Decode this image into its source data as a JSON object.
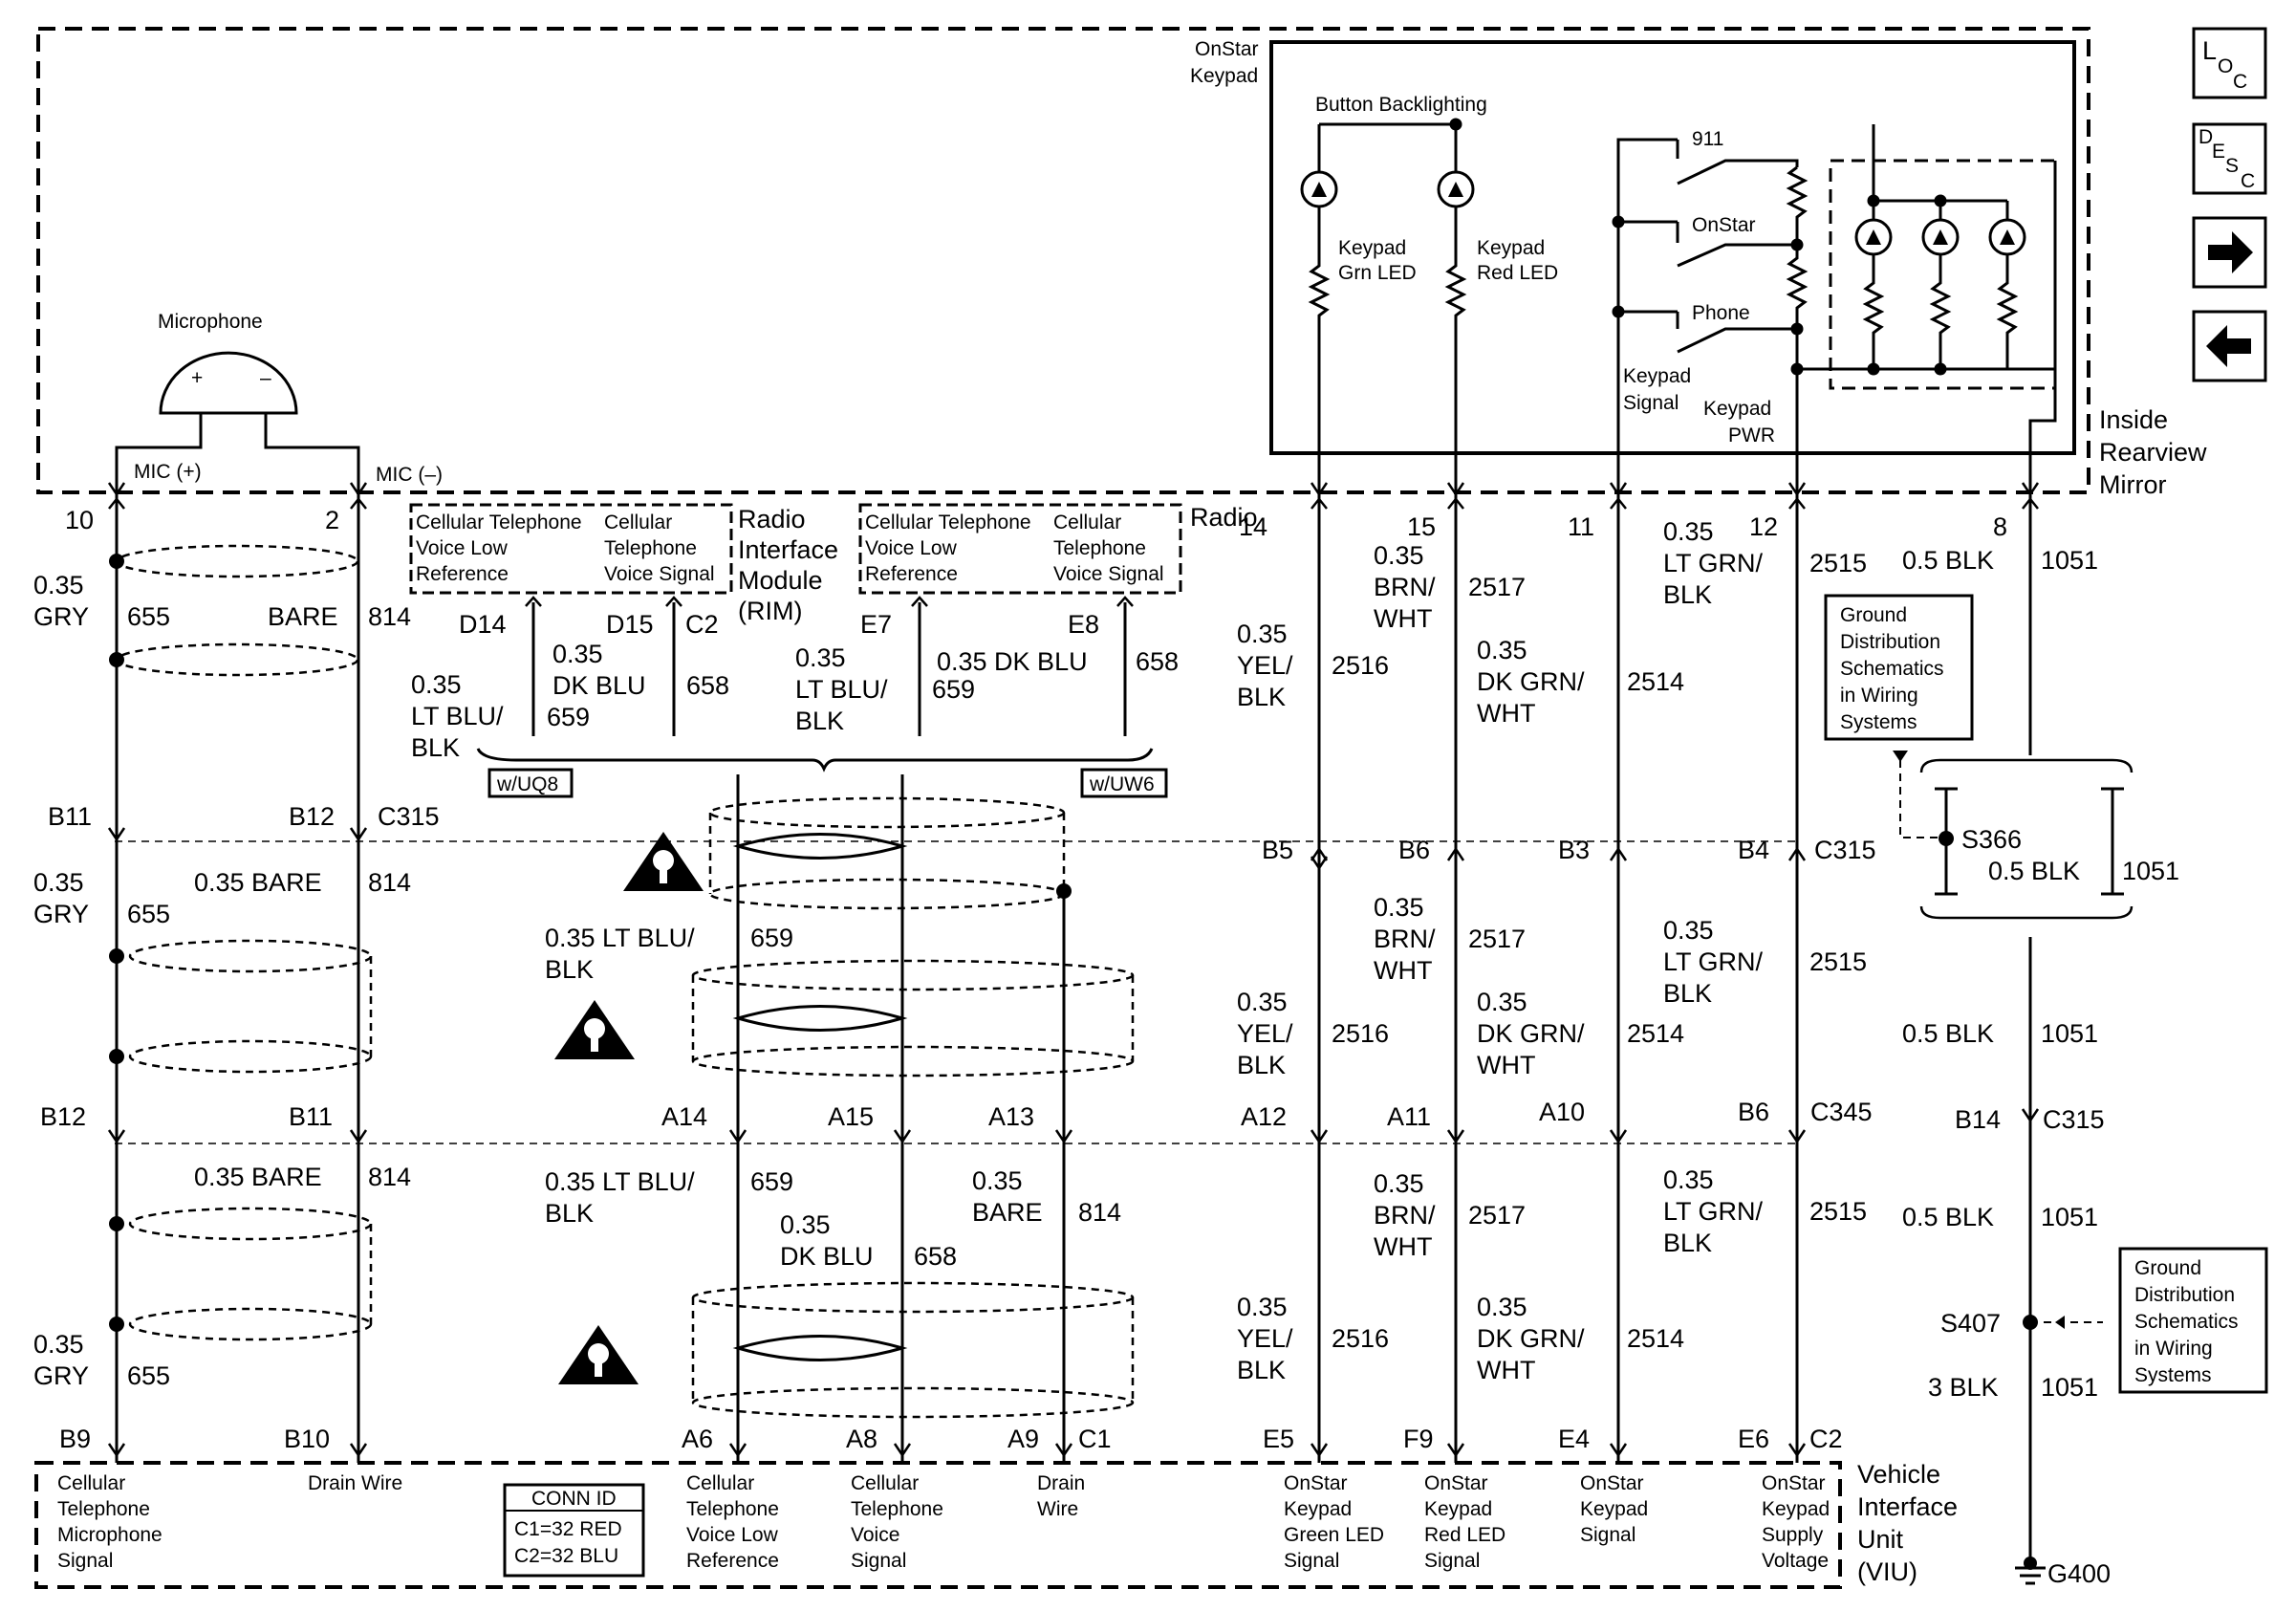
{
  "nav": {
    "loc_L": "L",
    "loc_O": "O",
    "loc_C": "C",
    "desc_D": "D",
    "desc_E": "E",
    "desc_S": "S",
    "desc_C": "C",
    "next_icon": "arrow-right-icon",
    "prev_icon": "arrow-left-icon"
  },
  "mirror": {
    "keypad_line1": "OnStar",
    "keypad_line2": "Keypad",
    "backlighting": "Button Backlighting",
    "grn_led_1": "Keypad",
    "grn_led_2": "Grn LED",
    "red_led_1": "Keypad",
    "red_led_2": "Red LED",
    "sw_911": "911",
    "sw_onstar": "OnStar",
    "sw_phone": "Phone",
    "keypad_signal_1": "Keypad",
    "keypad_signal_2": "Signal",
    "keypad_pwr_1": "Keypad",
    "keypad_pwr_2": "PWR",
    "label_1": "Inside",
    "label_2": "Rearview",
    "label_3": "Mirror",
    "microphone": "Microphone",
    "mic_plus_sign": "+",
    "mic_minus_sign": "–",
    "mic_plus": "MIC (+)",
    "mic_minus": "MIC (–)"
  },
  "rim": {
    "radio_1": "Radio",
    "radio_2": "Interface",
    "radio_3": "Module",
    "radio_4": "(RIM)",
    "radio_right": "Radio",
    "box_a_1a": "Cellular Telephone",
    "box_a_1b": "Cellular",
    "box_a_2a": "Voice Low",
    "box_a_2b": "Telephone",
    "box_a_3a": "Reference",
    "box_a_3b": "Voice Signal",
    "box_b_1a": "Cellular Telephone",
    "box_b_1b": "Cellular",
    "box_b_2a": "Voice Low",
    "box_b_2b": "Telephone",
    "box_b_3a": "Reference",
    "box_b_3b": "Voice Signal",
    "opt_uq8": "w/UQ8",
    "opt_uw6": "w/UW6"
  },
  "pins": {
    "p10": "10",
    "p2": "2",
    "p14": "14",
    "p15": "15",
    "p11": "11",
    "p12": "12",
    "p8": "8",
    "d14": "D14",
    "d15": "D15",
    "c2": "C2",
    "e7": "E7",
    "e8": "E8",
    "b11": "B11",
    "b12": "B12",
    "c315": "C315",
    "b5": "B5",
    "b6": "B6",
    "b3": "B3",
    "b4": "B4",
    "c315b": "C315",
    "b12b": "B12",
    "b11b": "B11",
    "a14": "A14",
    "a15": "A15",
    "a13": "A13",
    "a12": "A12",
    "a11": "A11",
    "a10": "A10",
    "b6b": "B6",
    "c345": "C345",
    "b14": "B14",
    "c315c": "C315",
    "b9": "B9",
    "b10": "B10",
    "a6": "A6",
    "a8": "A8",
    "a9": "A9",
    "c1": "C1",
    "e5": "E5",
    "f9": "F9",
    "e4": "E4",
    "e6": "E6",
    "c2b": "C2"
  },
  "wires": {
    "w1_size": "0.35",
    "w1_color": "GRY",
    "w1_ckt": "655",
    "w1_bare": "BARE",
    "w1_bare_ckt": "814",
    "rim_ltblu_size": "0.35",
    "rim_ltblu_1": "LT BLU/",
    "rim_ltblu_2": "BLK",
    "rim_dkblu_size": "0.35",
    "rim_dkblu": "DK BLU",
    "rim_659": "659",
    "rim_658": "658",
    "rim2_ltblu_size": "0.35",
    "rim2_ltblu_1": "LT BLU/",
    "rim2_ltblu_2": "BLK",
    "rim2_659": "659",
    "rim2_dkblu": "0.35 DK BLU",
    "rim2_658": "658",
    "yel_size": "0.35",
    "yel_1": "YEL/",
    "yel_2": "BLK",
    "yel_ckt": "2516",
    "brn_size": "0.35",
    "brn_1": "BRN/",
    "brn_2": "WHT",
    "brn_ckt": "2517",
    "dkgrn_size": "0.35",
    "dkgrn_1": "DK GRN/",
    "dkgrn_2": "WHT",
    "dkgrn_ckt": "2514",
    "ltgrn_size": "0.35",
    "ltgrn_1": "LT GRN/",
    "ltgrn_2": "BLK",
    "ltgrn_ckt": "2515",
    "blk_05": "0.5 BLK",
    "blk_ckt": "1051",
    "s2_gry_size": "0.35",
    "s2_gry": "GRY",
    "s2_655": "655",
    "s2_bare": "0.35 BARE",
    "s2_814": "814",
    "s2_ltblu": "0.35 LT BLU/",
    "s2_ltblu_2": "BLK",
    "s2_659": "659",
    "s3_bare": "0.35 BARE",
    "s3_814": "814",
    "s3_ltblu": "0.35 LT BLU/",
    "s3_ltblu_2": "BLK",
    "s3_659": "659",
    "s3_dkblu_size": "0.35",
    "s3_dkblu": "DK BLU",
    "s3_658": "658",
    "s3_bare2_size": "0.35",
    "s3_bare2": "BARE",
    "s3_bare2_ckt": "814",
    "s3_gry_size": "0.35",
    "s3_gry": "GRY",
    "s3_655": "655",
    "blk_3": "3 BLK"
  },
  "splices": {
    "s366": "S366",
    "s366_wire": "0.5 BLK",
    "s366_ckt": "1051",
    "s407": "S407",
    "g400": "G400",
    "gd1_1": "Ground",
    "gd1_2": "Distribution",
    "gd1_3": "Schematics",
    "gd1_4": "in Wiring",
    "gd1_5": "Systems",
    "gd2_1": "Ground",
    "gd2_2": "Distribution",
    "gd2_3": "Schematics",
    "gd2_4": "in Wiring",
    "gd2_5": "Systems"
  },
  "viu": {
    "mic_1": "Cellular",
    "mic_2": "Telephone",
    "mic_3": "Microphone",
    "mic_4": "Signal",
    "drain": "Drain Wire",
    "conn_id": "CONN ID",
    "conn_c1": "C1=32 RED",
    "conn_c2": "C2=32 BLU",
    "vlr_1": "Cellular",
    "vlr_2": "Telephone",
    "vlr_3": "Voice Low",
    "vlr_4": "Reference",
    "vs_1": "Cellular",
    "vs_2": "Telephone",
    "vs_3": "Voice",
    "vs_4": "Signal",
    "dw_1": "Drain",
    "dw_2": "Wire",
    "grn_1": "OnStar",
    "grn_2": "Keypad",
    "grn_3": "Green LED",
    "grn_4": "Signal",
    "red_1": "OnStar",
    "red_2": "Keypad",
    "red_3": "Red LED",
    "red_4": "Signal",
    "sig_1": "OnStar",
    "sig_2": "Keypad",
    "sig_3": "Signal",
    "sup_1": "OnStar",
    "sup_2": "Keypad",
    "sup_3": "Supply",
    "sup_4": "Voltage",
    "label_1": "Vehicle",
    "label_2": "Interface",
    "label_3": "Unit",
    "label_4": "(VIU)"
  }
}
